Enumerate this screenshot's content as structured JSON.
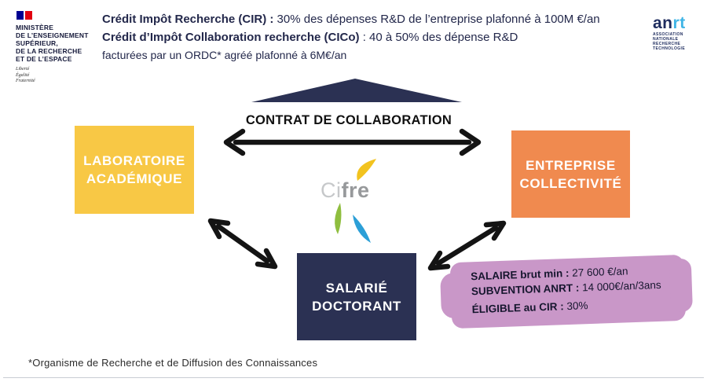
{
  "colors": {
    "navy": "#2B3153",
    "yellow": "#F8C845",
    "orange": "#F08A4F",
    "highlight_pink": "#C997C8",
    "anrt_dark_blue": "#1E2C5E",
    "anrt_light_blue": "#41B5E6",
    "header_text_navy": "#23284B",
    "cifre_yellow": "#F2C31F",
    "cifre_green": "#8FBE3F",
    "cifre_blue": "#2C9FD7"
  },
  "header": {
    "ministry": {
      "lines": [
        "MINISTÈRE",
        "DE L’ENSEIGNEMENT",
        "SUPÉRIEUR,",
        "DE LA RECHERCHE",
        "ET DE L’ESPACE"
      ],
      "motto": [
        "Liberté",
        "Égalité",
        "Fraternité"
      ]
    },
    "credits": {
      "line1_bold": "Crédit Impôt Recherche (CIR) : ",
      "line1_rest": "30% des dépenses R&D de l’entreprise plafonné à 100M €/an",
      "line2_bold": "Crédit d’Impôt Collaboration recherche (CICo)",
      "line2_rest": " : 40 à 50% des dépense R&D",
      "line3": "facturées par un ORDC* agréé plafonné à 6M€/an"
    },
    "anrt": {
      "wordmark_dark": "an",
      "wordmark_light": "rt",
      "subtitle_line1": "ASSOCIATION NATIONALE",
      "subtitle_line2": "RECHERCHE TECHNOLOGIE"
    }
  },
  "diagram": {
    "contract_label": "CONTRAT DE COLLABORATION",
    "boxes": {
      "laboratoire": {
        "line1": "LABORATOIRE",
        "line2": "ACADÉMIQUE"
      },
      "entreprise": {
        "line1": "ENTREPRISE",
        "line2": "COLLECTIVITÉ"
      },
      "salarie": {
        "line1": "SALARIÉ",
        "line2": "DOCTORANT"
      }
    },
    "cifre": {
      "wordmark_light": "Ci",
      "wordmark_bold": "fre"
    },
    "benefits": [
      {
        "label": "SALAIRE brut min :",
        "value": " 27 600 €/an"
      },
      {
        "label": "SUBVENTION ANRT :",
        "value": " 14 000€/an/3ans"
      },
      {
        "label": "ÉLIGIBLE au CIR :",
        "value": " 30%"
      }
    ]
  },
  "footer": {
    "footnote": "*Organisme de Recherche et de Diffusion des Connaissances"
  }
}
